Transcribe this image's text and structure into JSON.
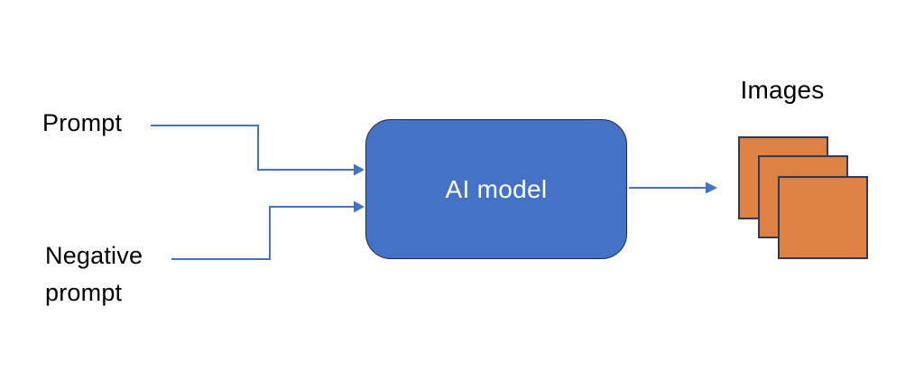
{
  "diagram": {
    "inputs": [
      {
        "label": "Prompt"
      },
      {
        "label": "Negative prompt"
      }
    ],
    "model": {
      "label": "AI model"
    },
    "output": {
      "label": "Images",
      "stack_count": 3
    }
  },
  "colors": {
    "background": "#FFFFFF",
    "text": "#000000",
    "arrow": "#4472C4",
    "box_fill": "#4472C4",
    "box_border": "#202B3C",
    "box_text": "#FFFFFF",
    "image_fill": "#DE8244",
    "image_border": "#2E3A59"
  }
}
